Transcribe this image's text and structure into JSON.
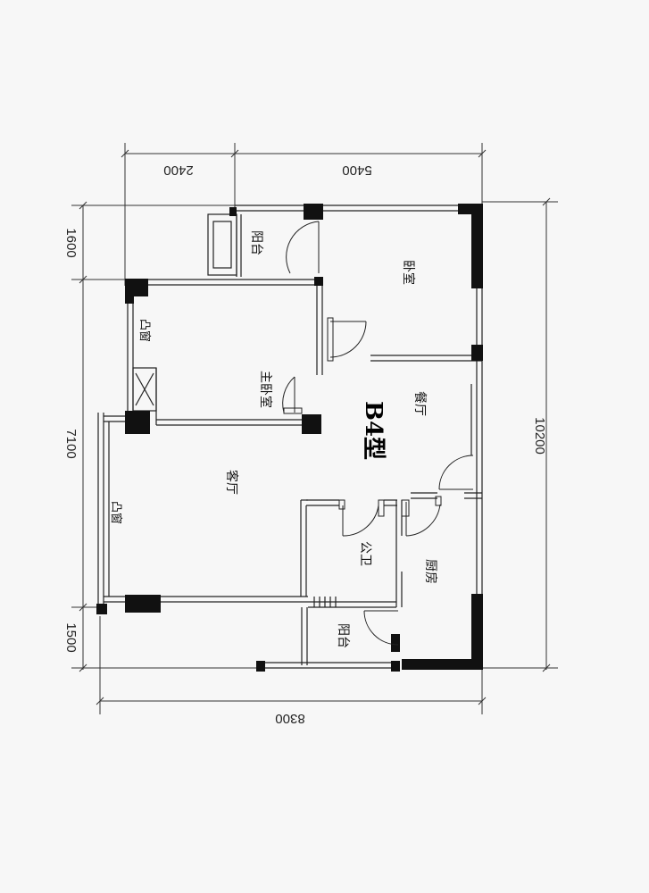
{
  "plan": {
    "type_label": "B4型",
    "rooms": {
      "bedroom": "卧室",
      "master_bedroom": "主卧室",
      "dining": "餐厅",
      "living": "客厅",
      "public_bath": "公卫",
      "kitchen": "厨房",
      "balcony_top": "阳台",
      "balcony_bottom": "阳台",
      "bay_window_top": "凸窗",
      "bay_window_left": "凸窗"
    },
    "dimensions": {
      "top_left": "2400",
      "top_right": "5400",
      "left_top": "1600",
      "left_middle": "7100",
      "left_bottom": "1500",
      "right_total": "10200",
      "bottom_total": "8300"
    }
  }
}
